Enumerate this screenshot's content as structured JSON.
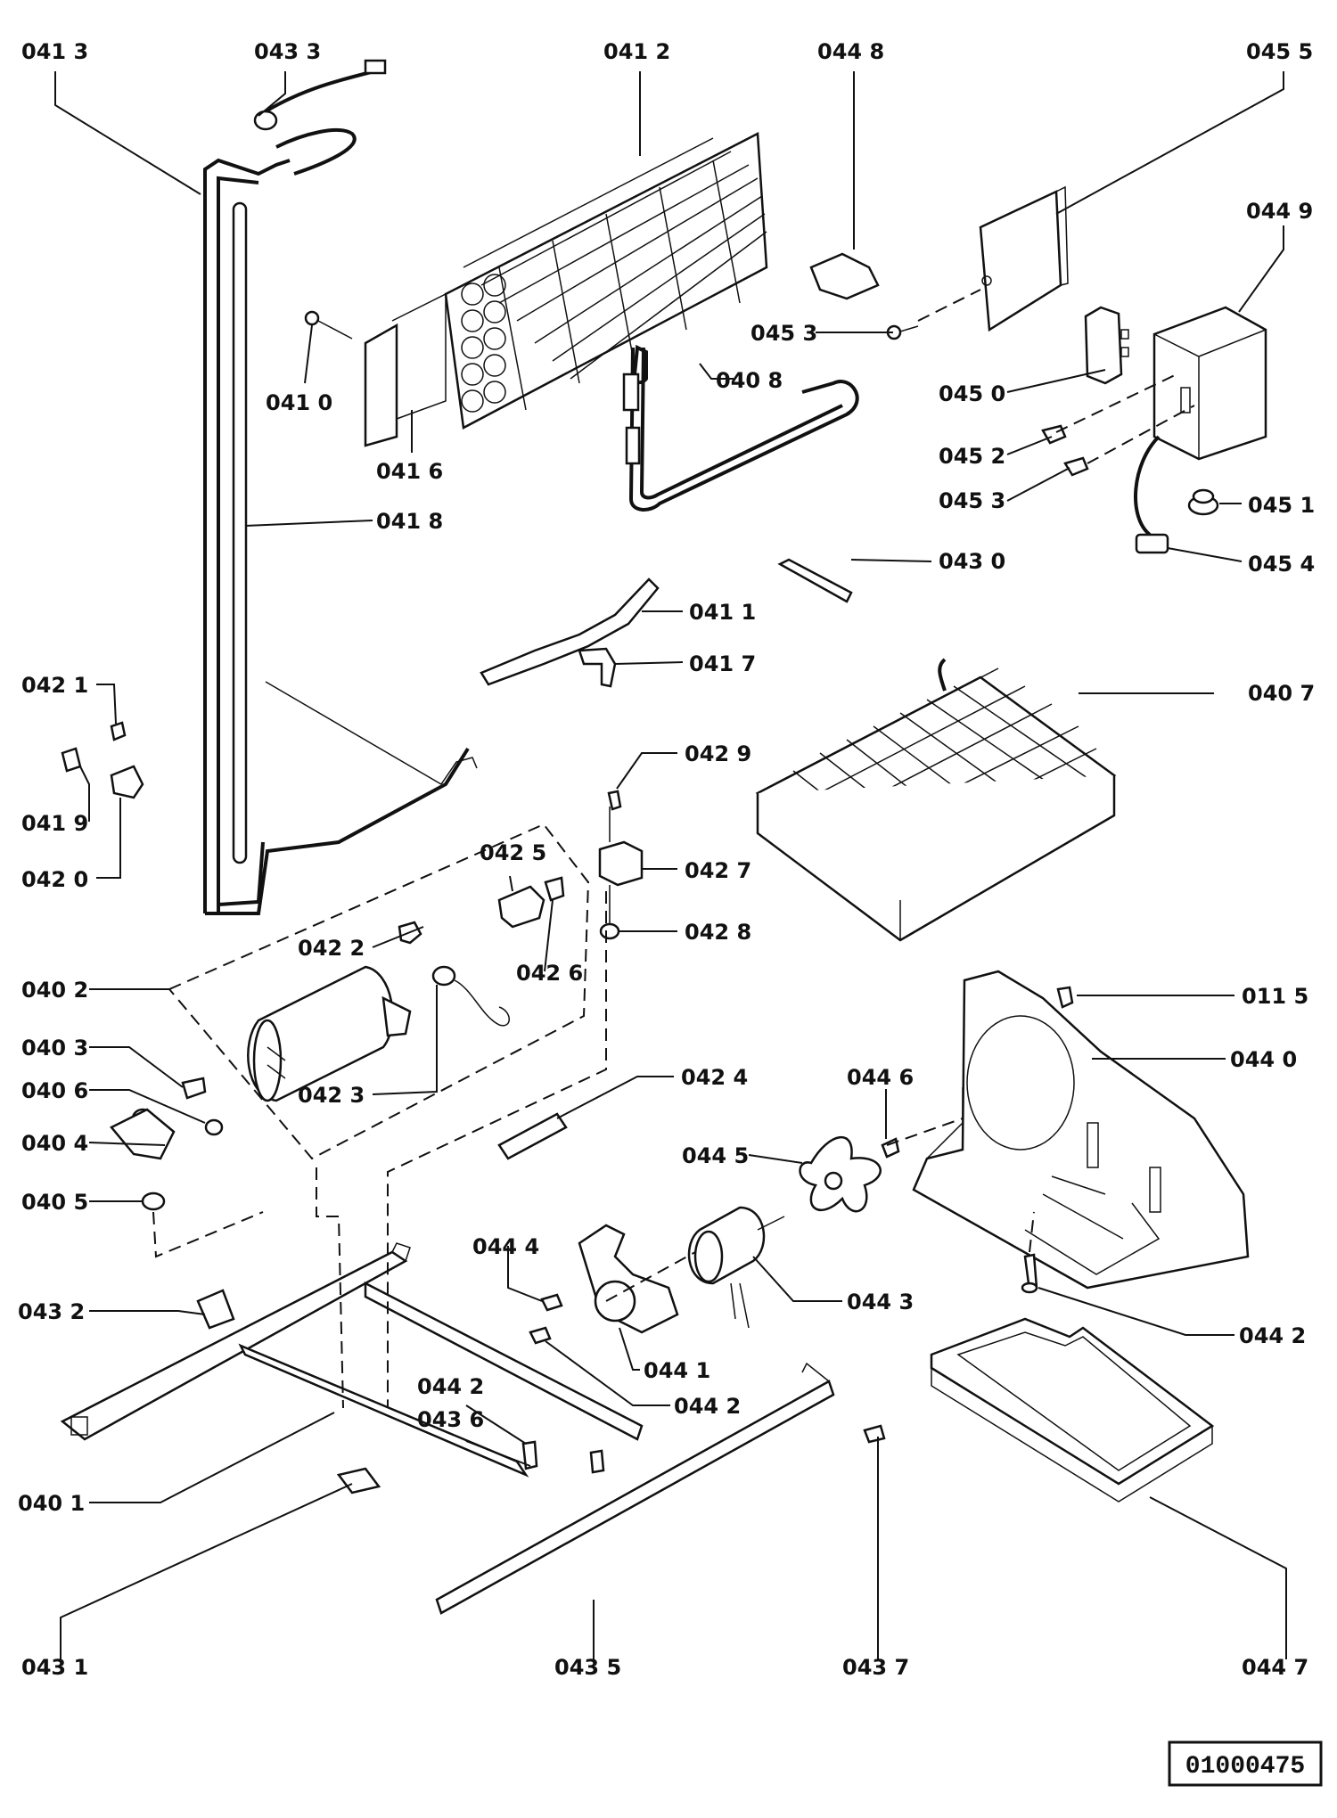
{
  "diagram_code": "01000475",
  "callouts": [
    {
      "id": "c0413",
      "text": "041 3"
    },
    {
      "id": "c0433",
      "text": "043 3"
    },
    {
      "id": "c0412",
      "text": "041 2"
    },
    {
      "id": "c0448",
      "text": "044 8"
    },
    {
      "id": "c0455",
      "text": "045 5"
    },
    {
      "id": "c0449",
      "text": "044 9"
    },
    {
      "id": "c0453a",
      "text": "045 3"
    },
    {
      "id": "c0410",
      "text": "041 0"
    },
    {
      "id": "c0408",
      "text": "040 8"
    },
    {
      "id": "c0450",
      "text": "045 0"
    },
    {
      "id": "c0416",
      "text": "041 6"
    },
    {
      "id": "c0452",
      "text": "045 2"
    },
    {
      "id": "c0453b",
      "text": "045 3"
    },
    {
      "id": "c0451",
      "text": "045 1"
    },
    {
      "id": "c0418",
      "text": "041 8"
    },
    {
      "id": "c0454",
      "text": "045 4"
    },
    {
      "id": "c0430",
      "text": "043 0"
    },
    {
      "id": "c0411",
      "text": "041 1"
    },
    {
      "id": "c0417",
      "text": "041 7"
    },
    {
      "id": "c0407",
      "text": "040 7"
    },
    {
      "id": "c0421",
      "text": "042 1"
    },
    {
      "id": "c0429",
      "text": "042 9"
    },
    {
      "id": "c0419",
      "text": "041 9"
    },
    {
      "id": "c0425",
      "text": "042 5"
    },
    {
      "id": "c0427",
      "text": "042 7"
    },
    {
      "id": "c0420",
      "text": "042 0"
    },
    {
      "id": "c0428",
      "text": "042 8"
    },
    {
      "id": "c0422",
      "text": "042 2"
    },
    {
      "id": "c0426",
      "text": "042 6"
    },
    {
      "id": "c0402",
      "text": "040 2"
    },
    {
      "id": "c0115",
      "text": "011 5"
    },
    {
      "id": "c0403",
      "text": "040 3"
    },
    {
      "id": "c0440",
      "text": "044 0"
    },
    {
      "id": "c0423",
      "text": "042 3"
    },
    {
      "id": "c0406",
      "text": "040 6"
    },
    {
      "id": "c0424",
      "text": "042 4"
    },
    {
      "id": "c0446",
      "text": "044 6"
    },
    {
      "id": "c0404",
      "text": "040 4"
    },
    {
      "id": "c0445",
      "text": "044 5"
    },
    {
      "id": "c0405",
      "text": "040 5"
    },
    {
      "id": "c0444",
      "text": "044 4"
    },
    {
      "id": "c0443",
      "text": "044 3"
    },
    {
      "id": "c0432",
      "text": "043 2"
    },
    {
      "id": "c0442a",
      "text": "044 2"
    },
    {
      "id": "c0441",
      "text": "044 1"
    },
    {
      "id": "c0442b",
      "text": "044 2"
    },
    {
      "id": "c0442c",
      "text": "044 2"
    },
    {
      "id": "c0436",
      "text": "043 6"
    },
    {
      "id": "c0401",
      "text": "040 1"
    },
    {
      "id": "c0431",
      "text": "043 1"
    },
    {
      "id": "c0435",
      "text": "043 5"
    },
    {
      "id": "c0437",
      "text": "043 7"
    },
    {
      "id": "c0447",
      "text": "044 7"
    }
  ]
}
